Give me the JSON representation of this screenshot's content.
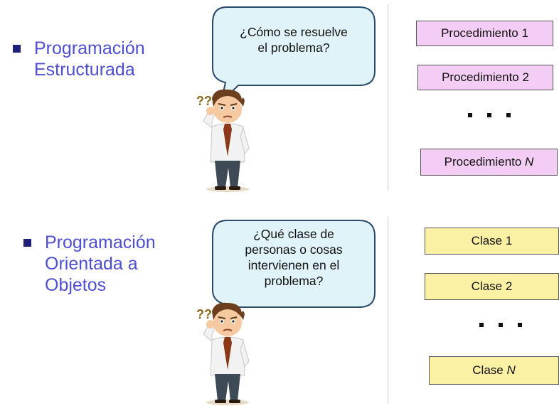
{
  "sections": [
    {
      "id": "structured",
      "paradigm_label": "Programación\nEstructurada",
      "question": "¿Cómo se resuelve\nel problema?",
      "items": [
        {
          "text": "Procedimiento 1",
          "italic": ""
        },
        {
          "text": "Procedimiento 2",
          "italic": ""
        },
        {
          "text": "Procedimiento ",
          "italic": "N"
        }
      ],
      "ellipsis": "..."
    },
    {
      "id": "oop",
      "paradigm_label": "Programación\nOrientada a\nObjetos",
      "question": "¿Qué clase de\npersonas o cosas\nintervienen en el\nproblema?",
      "items": [
        {
          "text": "Clase 1",
          "italic": ""
        },
        {
          "text": "Clase 2",
          "italic": ""
        },
        {
          "text": "Clase ",
          "italic": "N"
        }
      ],
      "ellipsis": "..."
    }
  ],
  "figure": {
    "icon": "confused-businessman-icon",
    "question_marks": "??"
  },
  "colors": {
    "paradigm_text": "#4d4fd0",
    "bubble_fill": "#dff3f8",
    "bubble_stroke": "#2b4a6b",
    "procedure_box": "#f3cdf3",
    "class_box": "#fbf1a4"
  }
}
